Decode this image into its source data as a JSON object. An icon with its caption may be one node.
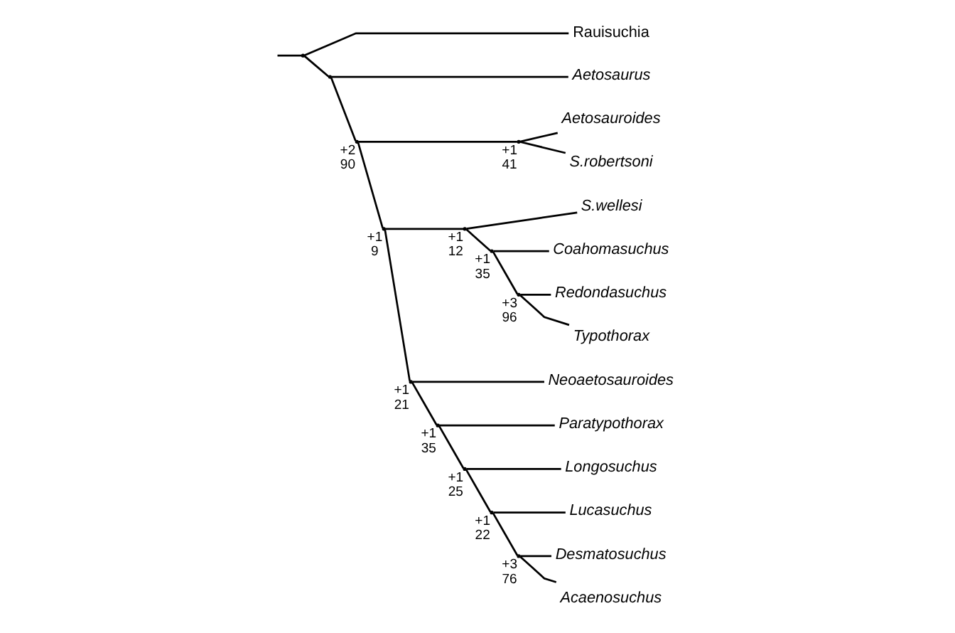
{
  "diagram": {
    "nodes": [
      {
        "text": [],
        "shape": "point"
      },
      {
        "text": [
          "Rauisuchia"
        ]
      },
      {
        "text": [],
        "shape": "point"
      },
      {
        "text": [
          "Aetosaurus"
        ]
      },
      {
        "text": [],
        "shape": "point",
        "beside": [
          "+2",
          "90"
        ]
      },
      {
        "text": [],
        "shape": "point",
        "beside": [
          "+1",
          "41"
        ]
      },
      {
        "text": [
          "Aetosauroides"
        ]
      },
      {
        "text": [
          "S.robertsoni"
        ]
      },
      {
        "text": [],
        "shape": "point",
        "beside": [
          "+1",
          "9"
        ]
      },
      {
        "text": [],
        "shape": "point",
        "beside": [
          "+1",
          "12"
        ]
      },
      {
        "text": [
          "S.wellesi"
        ]
      },
      {
        "text": [],
        "shape": "point",
        "beside": [
          "+1",
          "35"
        ]
      },
      {
        "text": [
          "Coahomasuchus"
        ]
      },
      {
        "text": [],
        "shape": "point",
        "beside": [
          "+3",
          "96"
        ]
      },
      {
        "text": [
          "Redondasuchus"
        ]
      },
      {
        "text": [
          "Typothorax"
        ]
      },
      {
        "text": [],
        "shape": "point",
        "beside": [
          "+1",
          "21"
        ]
      },
      {
        "text": [
          "Neoaetosauroides"
        ]
      },
      {
        "text": [],
        "shape": "point",
        "beside": [
          "+1",
          "35"
        ]
      },
      {
        "text": [
          "Paratypothorax"
        ]
      },
      {
        "text": [],
        "shape": "point",
        "beside": [
          "+1",
          "25"
        ]
      },
      {
        "text": [
          "Longosuchus"
        ]
      },
      {
        "text": [],
        "shape": "point",
        "beside": [
          "+1",
          "22"
        ]
      },
      {
        "text": [
          "Lucasuchus"
        ]
      },
      {
        "text": [],
        "shape": "point",
        "beside": [
          "+3",
          "76"
        ]
      },
      {
        "text": [
          "Desmatosuchus"
        ]
      },
      {
        "text": [
          "Acaenosuchus"
        ]
      }
    ],
    "edges": [
      {
        "from": null,
        "to": 0,
        "arrow": "none"
      },
      {
        "from": 0,
        "to": 1,
        "arrow": "none"
      },
      {
        "from": 0,
        "to": 2,
        "arrow": "none"
      },
      {
        "from": 2,
        "to": 3,
        "arrow": "none"
      },
      {
        "from": 2,
        "to": 4,
        "arrow": "none"
      },
      {
        "from": 4,
        "to": 5,
        "arrow": "none"
      },
      {
        "from": 5,
        "to": 6,
        "arrow": "none"
      },
      {
        "from": 5,
        "to": 7,
        "arrow": "none"
      },
      {
        "from": 4,
        "to": 8,
        "arrow": "none"
      },
      {
        "from": 8,
        "to": 9,
        "arrow": "none"
      },
      {
        "from": 9,
        "to": 10,
        "arrow": "none"
      },
      {
        "from": 9,
        "to": 11,
        "arrow": "none"
      },
      {
        "from": 11,
        "to": 12,
        "arrow": "none"
      },
      {
        "from": 11,
        "to": 13,
        "arrow": "none"
      },
      {
        "from": 13,
        "to": 14,
        "arrow": "none"
      },
      {
        "from": 13,
        "to": 15,
        "arrow": "none"
      },
      {
        "from": 8,
        "to": 16,
        "arrow": "none"
      },
      {
        "from": 16,
        "to": 17,
        "arrow": "none"
      },
      {
        "from": 16,
        "to": 18,
        "arrow": "none"
      },
      {
        "from": 18,
        "to": 19,
        "arrow": "none"
      },
      {
        "from": 18,
        "to": 20,
        "arrow": "none"
      },
      {
        "from": 20,
        "to": 21,
        "arrow": "none"
      },
      {
        "from": 20,
        "to": 22,
        "arrow": "none"
      },
      {
        "from": 22,
        "to": 23,
        "arrow": "none"
      },
      {
        "from": 22,
        "to": 24,
        "arrow": "none"
      },
      {
        "from": 24,
        "to": 25,
        "arrow": "none"
      },
      {
        "from": 24,
        "to": 26,
        "arrow": "none"
      }
    ]
  }
}
